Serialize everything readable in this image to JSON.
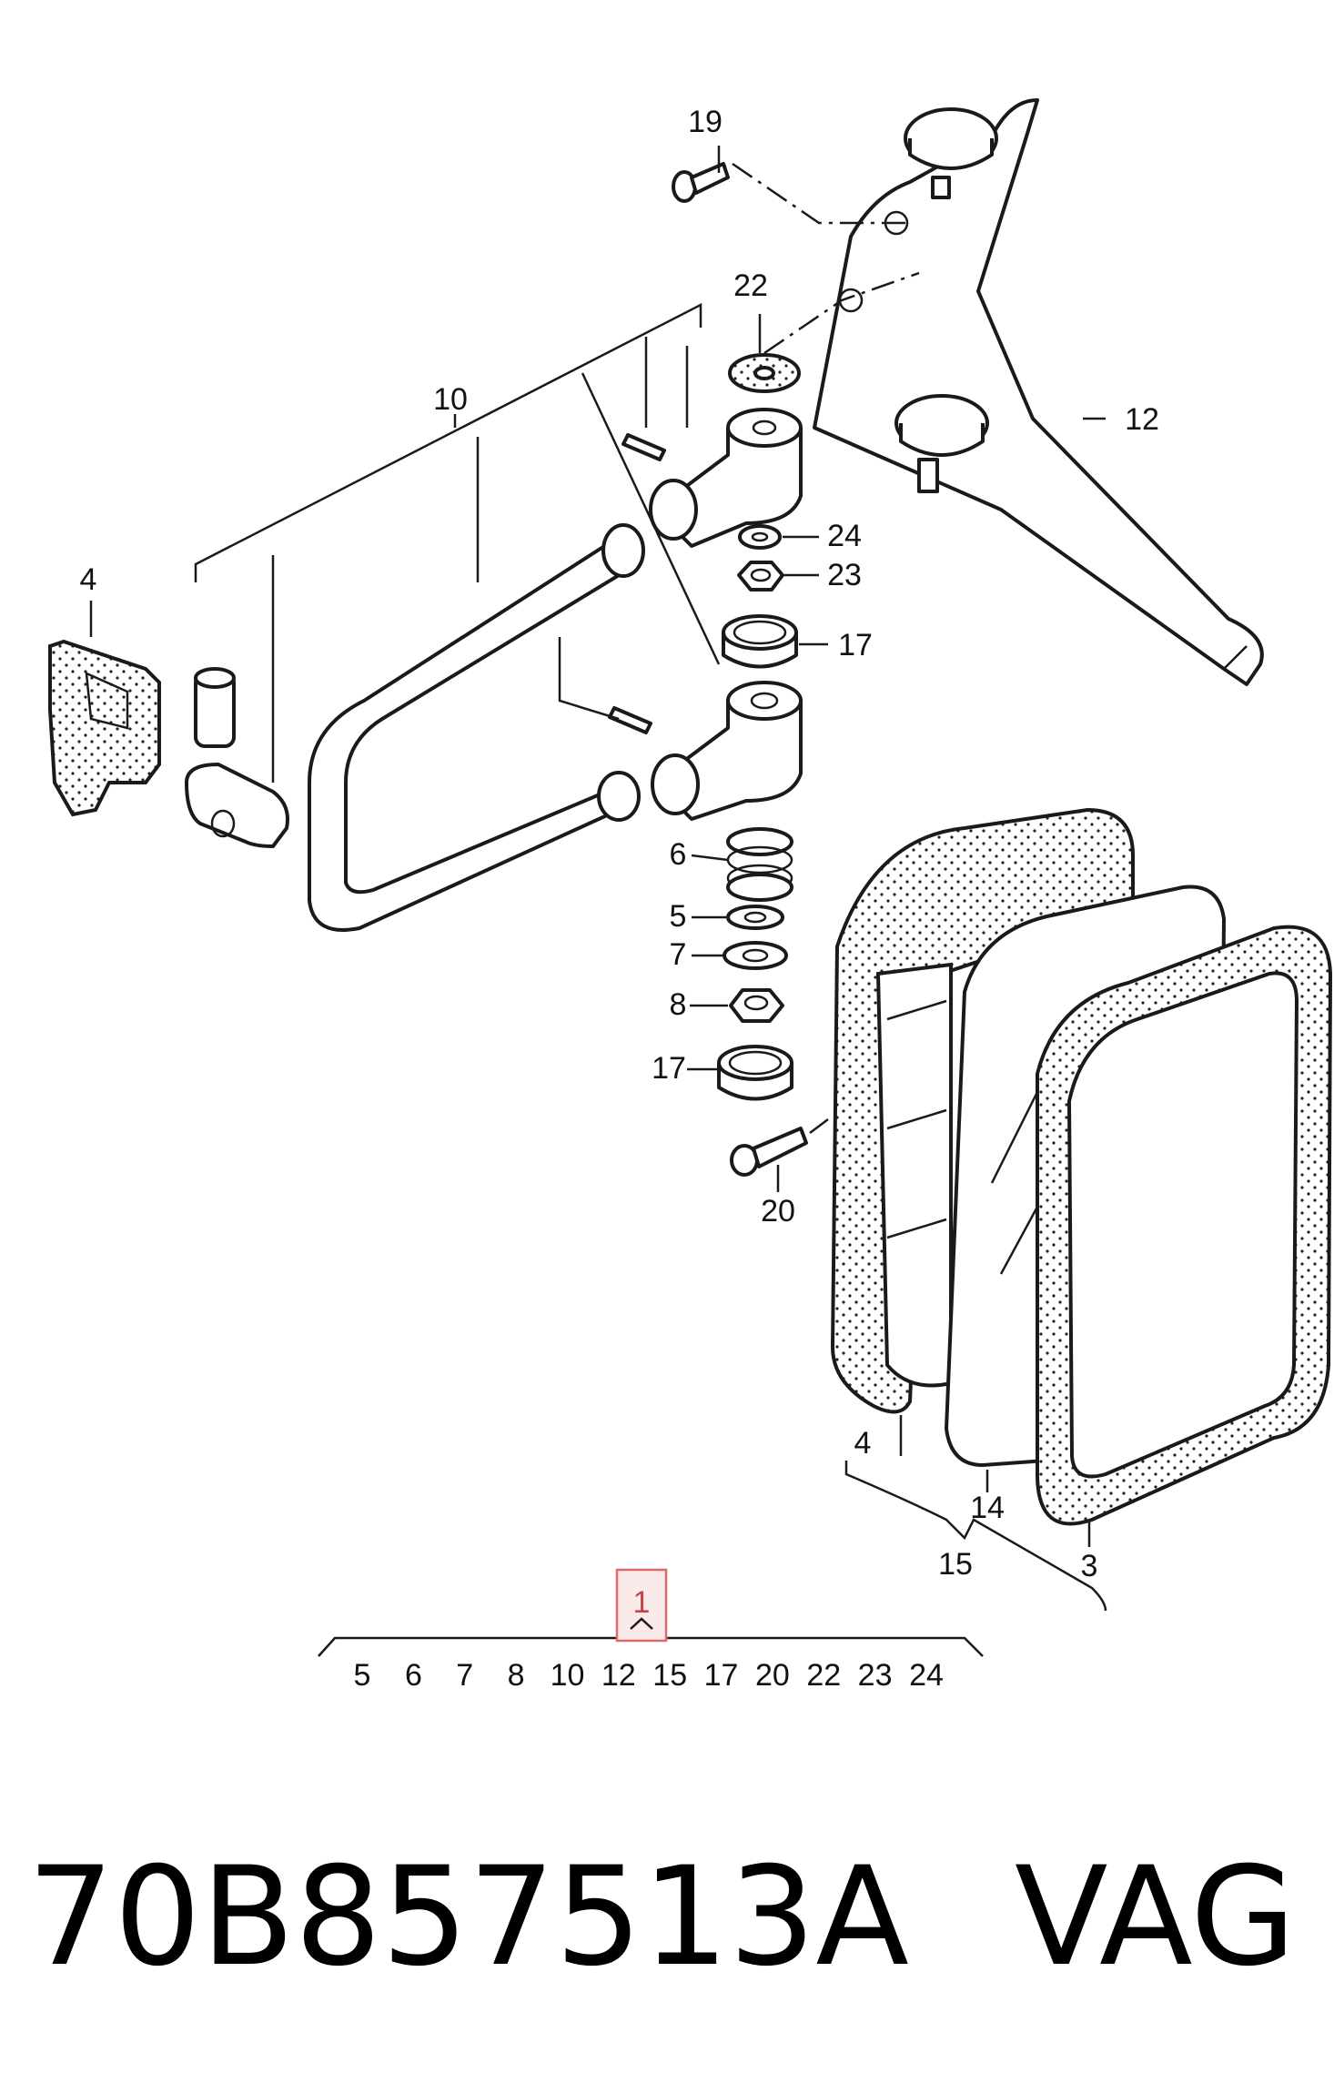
{
  "diagram": {
    "callouts": {
      "c19": "19",
      "c22": "22",
      "c10": "10",
      "c12": "12",
      "c4_top": "4",
      "c24": "24",
      "c23": "23",
      "c17_top": "17",
      "c6": "6",
      "c5": "5",
      "c7": "7",
      "c8": "8",
      "c17_bottom": "17",
      "c20": "20",
      "c4_bottom": "4",
      "c14": "14",
      "c15": "15",
      "c3": "3"
    },
    "assembly": {
      "number": "1",
      "highlight_color": "#e06a6a",
      "includes": [
        "5",
        "6",
        "7",
        "8",
        "10",
        "12",
        "15",
        "17",
        "20",
        "22",
        "23",
        "24"
      ]
    }
  },
  "part_number": "70B857513A",
  "brand": "VAG"
}
